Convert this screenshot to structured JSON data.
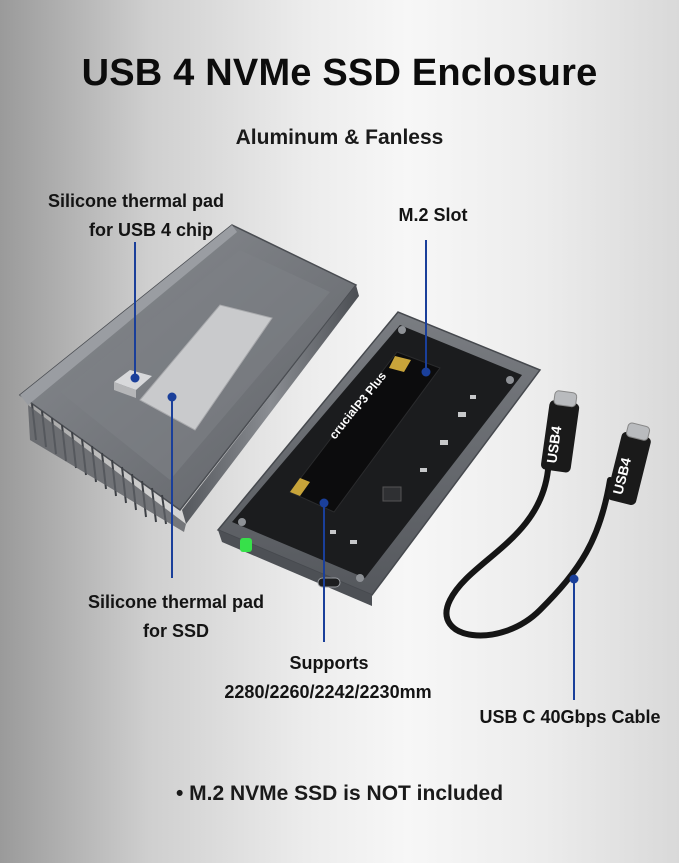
{
  "title": "USB 4 NVMe SSD Enclosure",
  "subtitle": "Aluminum & Fanless",
  "callouts": {
    "chip_pad": [
      "Silicone thermal pad",
      "for USB 4 chip"
    ],
    "m2_slot": "M.2 Slot",
    "ssd_pad": [
      "Silicone thermal pad",
      "for SSD"
    ],
    "supports": [
      "Supports",
      "2280/2260/2242/2230mm"
    ],
    "cable": "USB C 40Gbps Cable"
  },
  "cable_connectors": [
    "USB4",
    "USB4"
  ],
  "ssd_brand": "crucial",
  "ssd_model": "P3 Plus",
  "note": "• M.2 NVMe SSD is NOT included",
  "colors": {
    "pointer": "#1a3f9a",
    "housing": "#6f7277",
    "board": "#1b1c1e",
    "led": "#37e04a"
  }
}
